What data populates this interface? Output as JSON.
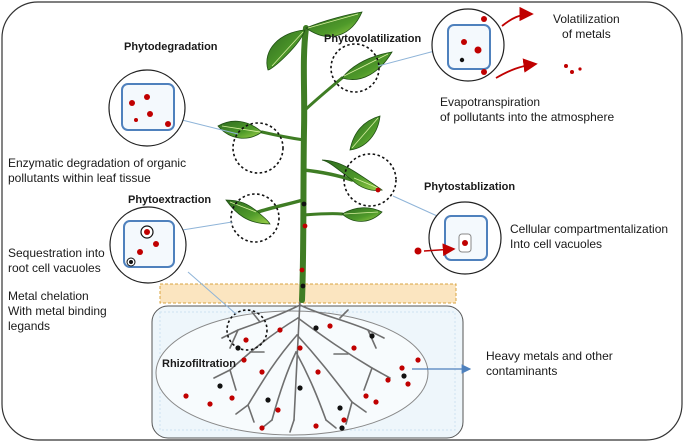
{
  "processes": {
    "phytodegradation": {
      "title": "Phytodegradation",
      "desc_line1": "Enzymatic degradation of organic",
      "desc_line2": "pollutants within leaf tissue"
    },
    "phytovolatilization": {
      "title": "Phytovolatilization",
      "desc_line1": "Volatilization",
      "desc_line2": "of metals",
      "desc2_line1": "Evapotranspiration",
      "desc2_line2": "of pollutants into the atmosphere"
    },
    "phytostablization": {
      "title": "Phytostablization",
      "desc_line1": "Cellular compartmentalization",
      "desc_line2": "Into cell vacuoles"
    },
    "phytoextraction": {
      "title": "Phytoextraction",
      "desc_line1": "Sequestration into",
      "desc_line2": "root cell vacuoles",
      "desc2_line1": "Metal chelation",
      "desc2_line2": "With metal binding",
      "desc2_line3": "legands"
    },
    "rhizofiltration": {
      "title": "Rhizofiltration",
      "desc_line1": "Heavy metals and other",
      "desc_line2": "contaminants"
    }
  },
  "colors": {
    "leaf_dark": "#2e6b1f",
    "leaf_light": "#8cc63f",
    "stem": "#3f7d24",
    "metal_red": "#c00000",
    "contaminant_black": "#111111",
    "cell_wall": "#4f81bd",
    "soil_band": "#fbe5c0",
    "root": "#7a7a7a",
    "arrow_red": "#c00000",
    "arrow_blue": "#4f81bd"
  }
}
